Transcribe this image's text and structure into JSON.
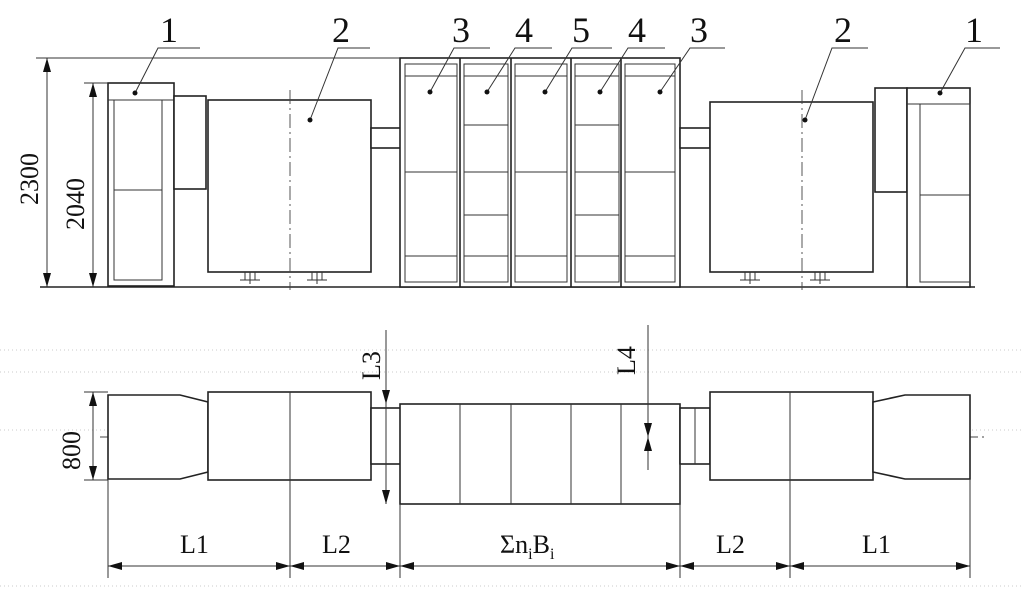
{
  "labels": {
    "unit1": "1",
    "unit2": "2",
    "unit3": "3",
    "unit4": "4",
    "unit5": "5"
  },
  "dimensions": {
    "height_total": "2300",
    "height_unit": "2040",
    "width_plan": "800",
    "L1": "L1",
    "L2": "L2",
    "L3": "L3",
    "L4": "L4",
    "sum_main": "Σn",
    "sum_sub1": "i",
    "sum_B": "B",
    "sum_sub2": "i"
  }
}
